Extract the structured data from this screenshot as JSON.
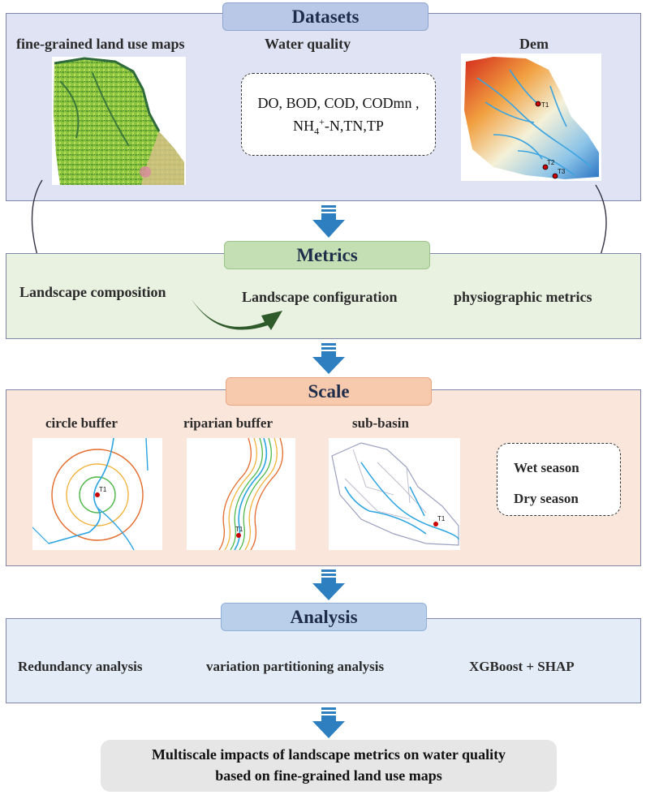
{
  "datasets": {
    "title": "Datasets",
    "land_use_label": "fine-grained land use maps",
    "water_quality_label": "Water quality",
    "dem_label": "Dem",
    "wq_line1": "DO, BOD, COD, CODmn ,",
    "wq_nh4_base": "NH",
    "wq_nh4_sub": "4",
    "wq_nh4_sup": "+",
    "wq_nh4_rest": "-N,TN,TP",
    "dem_points": [
      "T1",
      "T2",
      "T3"
    ]
  },
  "metrics": {
    "title": "Metrics",
    "composition": "Landscape composition",
    "configuration": "Landscape configuration",
    "physiographic": "physiographic metrics"
  },
  "scale": {
    "title": "Scale",
    "circle_label": "circle buffer",
    "riparian_label": "riparian buffer",
    "subbasin_label": "sub-basin",
    "circle_point": "T1",
    "riparian_point": "T1",
    "subbasin_point": "T1",
    "wet_season": "Wet season",
    "dry_season": "Dry season"
  },
  "analysis": {
    "title": "Analysis",
    "redundancy": "Redundancy analysis",
    "variation": "variation partitioning analysis",
    "xgboost": "XGBoost + SHAP"
  },
  "result": {
    "line1": "Multiscale impacts of landscape metrics on water quality",
    "line2": "based on fine-grained land use maps"
  },
  "colors": {
    "datasets_bg": "#dfe3f4",
    "metrics_bg": "#e9f1e1",
    "scale_bg": "#fbe6db",
    "analysis_bg": "#e4ecf7",
    "arrow_blue": "#2e7fc0",
    "curve_green": "#2f5a2a"
  }
}
